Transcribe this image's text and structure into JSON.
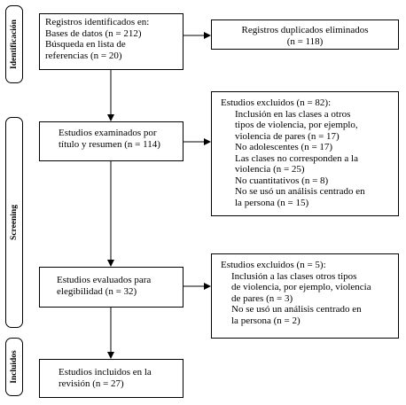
{
  "stages": {
    "identification": "Identificación",
    "screening": "Screening",
    "included": "Incluidos"
  },
  "identified_box": {
    "line1": "Registros identificados en:",
    "line2": "Bases de datos  (n = 212)",
    "line3": "Búsqueda en lista de",
    "line4": "referencias  (n = 20)"
  },
  "duplicates_box": {
    "line1": "Registros duplicados eliminados",
    "line2": "(n = 118)"
  },
  "screened_box": {
    "line1": "Estudios examinados por",
    "line2": "título y resumen (n = 114)"
  },
  "excluded1_box": {
    "header": "Estudios excluidos (n = 82):",
    "items": [
      "Inclusión en las clases a otros",
      "tipos de violencia, por ejemplo,",
      "violencia de pares (n = 17)",
      "No adolescentes  (n = 17)",
      "Las clases no corresponden a la",
      "violencia  (n = 25)",
      "No cuantitativos  (n = 8)",
      "No se usó un análisis centrado en",
      "la persona (n = 15)"
    ]
  },
  "eligibility_box": {
    "line1": "Estudios evaluados para",
    "line2": "elegibilidad  (n = 32)"
  },
  "excluded2_box": {
    "header": "Estudios  excluidos (n = 5):",
    "items": [
      "Inclusión a las clases otros tipos",
      "de  violencia, por ejemplo, violencia",
      "de pares (n = 3)",
      "No se usó un análisis centrado en",
      "la persona (n = 2)"
    ]
  },
  "included_box": {
    "line1": "Estudios incluidos en la",
    "line2": "revisión  (n = 27)"
  }
}
